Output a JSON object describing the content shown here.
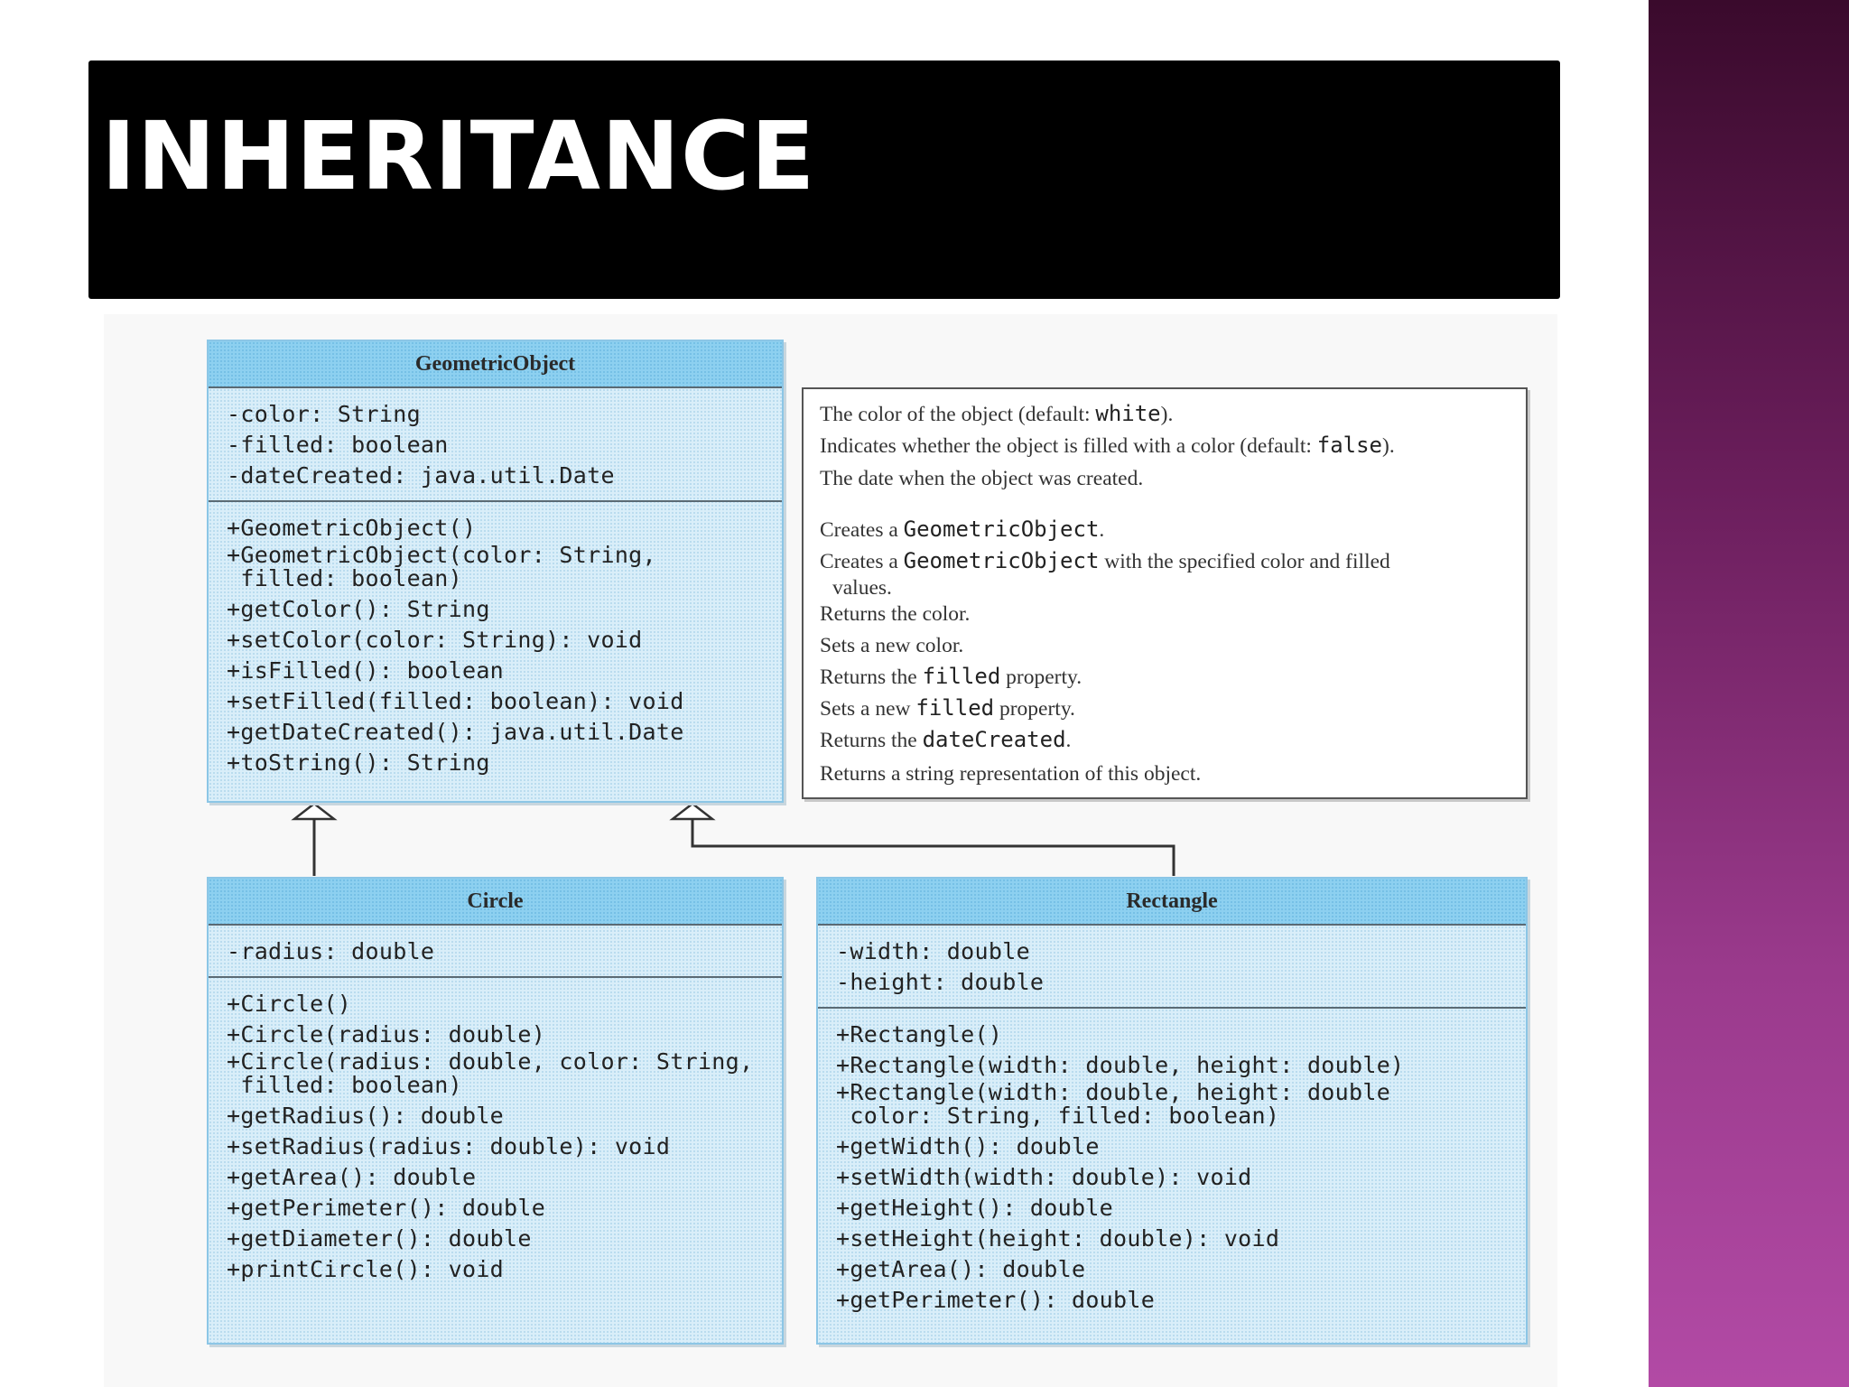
{
  "slide": {
    "title": "INHERITANCE"
  },
  "geometric_object": {
    "name": "GeometricObject",
    "attributes": [
      "-color: String",
      "-filled: boolean",
      "-dateCreated: java.util.Date"
    ],
    "methods": [
      "+GeometricObject()",
      "+GeometricObject(color: String,\n filled: boolean)",
      "+getColor(): String",
      "+setColor(color: String): void",
      "+isFilled(): boolean",
      "+setFilled(filled: boolean): void",
      "+getDateCreated(): java.util.Date",
      "+toString(): String"
    ]
  },
  "descriptions": [
    {
      "pre": "The color of the object (default: ",
      "code": "white",
      "post": ")."
    },
    {
      "pre": "Indicates whether the object is filled with a color (default: ",
      "code": "false",
      "post": ")."
    },
    {
      "pre": "The date when the object was created.",
      "code": "",
      "post": ""
    },
    {
      "pre": "Creates a ",
      "code": "GeometricObject",
      "post": "."
    },
    {
      "pre": "Creates a ",
      "code": "GeometricObject",
      "post": " with the specified color and filled",
      "cont": "values."
    },
    {
      "pre": "Returns the color.",
      "code": "",
      "post": ""
    },
    {
      "pre": "Sets a new color.",
      "code": "",
      "post": ""
    },
    {
      "pre": "Returns the ",
      "code": "filled",
      "post": " property."
    },
    {
      "pre": "Sets a new ",
      "code": "filled",
      "post": " property."
    },
    {
      "pre": "Returns the ",
      "code": "dateCreated",
      "post": "."
    },
    {
      "pre": "Returns a string representation of this object.",
      "code": "",
      "post": ""
    }
  ],
  "circle": {
    "name": "Circle",
    "attributes": [
      "-radius: double"
    ],
    "methods": [
      "+Circle()",
      "+Circle(radius: double)",
      "+Circle(radius: double, color: String,\n filled: boolean)",
      "+getRadius(): double",
      "+setRadius(radius: double): void",
      "+getArea(): double",
      "+getPerimeter(): double",
      "+getDiameter(): double",
      "+printCircle(): void"
    ]
  },
  "rectangle": {
    "name": "Rectangle",
    "attributes": [
      "-width: double",
      "-height: double"
    ],
    "methods": [
      "+Rectangle()",
      "+Rectangle(width: double, height: double)",
      "+Rectangle(width: double, height: double\n color: String, filled: boolean)",
      "+getWidth(): double",
      "+setWidth(width: double): void",
      "+getHeight(): double",
      "+setHeight(height: double): void",
      "+getArea(): double",
      "+getPerimeter(): double"
    ]
  },
  "colors": {
    "class_header": "#8dd0f0",
    "class_body": "#d9eef9",
    "title_background": "#000000",
    "accent_bar": "#9a3a8c"
  }
}
